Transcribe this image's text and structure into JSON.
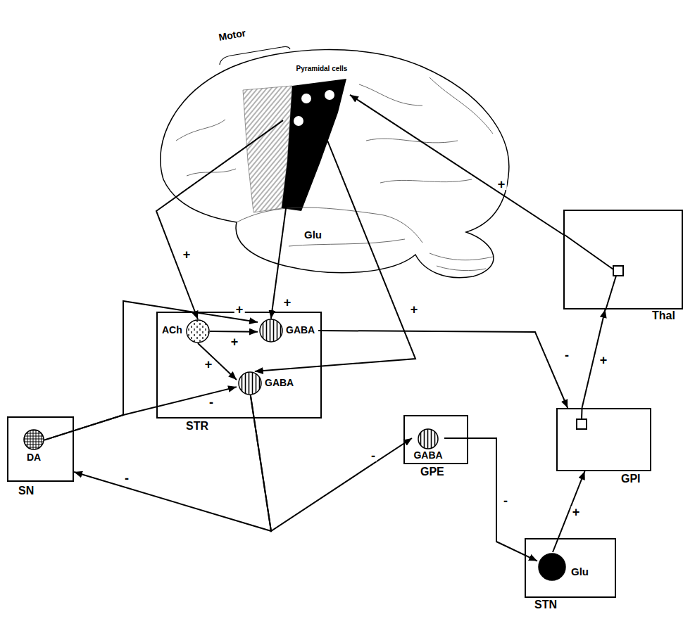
{
  "diagram": {
    "nodes": [
      {
        "text": [
          "SN"
        ]
      },
      {
        "text": [
          "DA"
        ],
        "in": 0
      },
      {
        "text": [
          "STR"
        ]
      },
      {
        "text": [
          "ACh"
        ],
        "in": 2
      },
      {
        "text": [
          "GABA"
        ],
        "in": 2
      },
      {
        "text": [
          "GABA"
        ],
        "in": 2
      },
      {
        "text": [
          "GPE"
        ]
      },
      {
        "text": [
          "GABA"
        ],
        "in": 6
      },
      {
        "text": [
          "GPI"
        ]
      },
      {
        "text": [
          "STN"
        ]
      },
      {
        "text": [
          "Glu"
        ],
        "in": 9
      },
      {
        "text": [
          "Thal"
        ]
      },
      {
        "text": [
          "Pyramidal cells"
        ]
      }
    ],
    "edges": [
      {
        "from": 12,
        "to": 3,
        "arrow": "to",
        "label": "+"
      },
      {
        "from": 12,
        "to": 4,
        "arrow": "to",
        "label": "+"
      },
      {
        "from": 12,
        "to": 5,
        "arrow": "to",
        "label": "+"
      },
      {
        "from": 1,
        "to": 4,
        "arrow": "to",
        "label": "+"
      },
      {
        "from": 1,
        "to": 5,
        "arrow": "to",
        "label": "-"
      },
      {
        "from": 3,
        "to": 4,
        "arrow": "to",
        "label": "+"
      },
      {
        "from": 3,
        "to": 5,
        "arrow": "to",
        "label": "+"
      },
      {
        "from": 4,
        "to": 8,
        "arrow": "to",
        "label": "-"
      },
      {
        "from": 5,
        "to": 0,
        "arrow": "to",
        "label": "-"
      },
      {
        "from": 5,
        "to": 7,
        "arrow": "to",
        "label": "-"
      },
      {
        "from": 7,
        "to": 10,
        "arrow": "to",
        "label": "-"
      },
      {
        "from": 10,
        "to": 8,
        "arrow": "to",
        "label": "+"
      },
      {
        "from": 8,
        "to": 11,
        "arrow": "to",
        "label": "+"
      },
      {
        "from": 11,
        "to": 12,
        "arrow": "to",
        "label": "+"
      }
    ],
    "labels": [
      "Motor",
      "Glu"
    ]
  }
}
